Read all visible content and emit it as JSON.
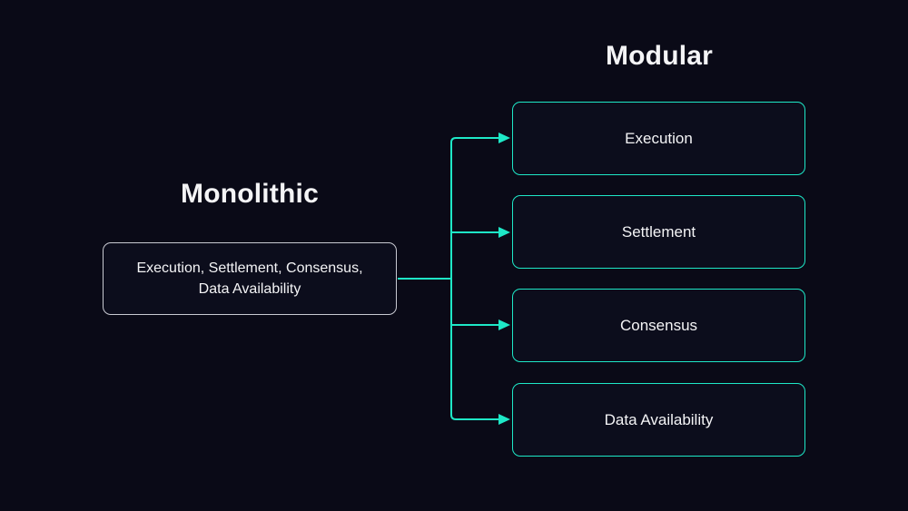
{
  "colors": {
    "bg": "#0a0a17",
    "accent": "#1ee8c7",
    "mono_border": "#c9cad2",
    "text": "#f4f4f6",
    "box_fill": "#0c0d1c"
  },
  "monolithic": {
    "title": "Monolithic",
    "box": {
      "lines": [
        "Execution, Settlement, Consensus,",
        "Data Availability"
      ]
    }
  },
  "modular": {
    "title": "Modular",
    "boxes": [
      {
        "label": "Execution"
      },
      {
        "label": "Settlement"
      },
      {
        "label": "Consensus"
      },
      {
        "label": "Data Availability"
      }
    ]
  }
}
